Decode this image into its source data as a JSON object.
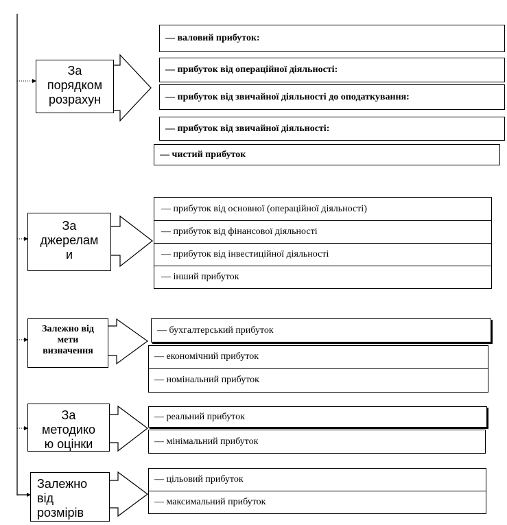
{
  "groups": [
    {
      "category": [
        "За",
        "порядком",
        "розрахун"
      ],
      "items": [
        "— валовий прибуток:",
        "— прибуток від операційної діяльності:",
        "— прибуток від звичайної діяльності до оподаткування:",
        "— прибуток від звичайної діяльності:",
        "— чистий прибуток"
      ]
    },
    {
      "category": [
        "За",
        "джерелам",
        "и",
        "."
      ],
      "items": [
        "— прибуток від основної (операційної діяльності)",
        "— прибуток від фінансової діяльності",
        "— прибуток від інвестиційної діяльності",
        "— інший прибуток"
      ]
    },
    {
      "category": [
        "Залежно від",
        "мети",
        "визначення"
      ],
      "items": [
        "— бухгалтерський прибуток",
        "— економічний прибуток",
        "— номінальний прибуток"
      ]
    },
    {
      "category": [
        "За",
        "методико",
        "ю оцінки"
      ],
      "items": [
        "— реальний прибуток",
        "— мінімальний прибуток"
      ]
    },
    {
      "category": [
        "Залежно",
        "від",
        "розмірів"
      ],
      "items": [
        "— цільовий прибуток",
        "— максимальний прибуток"
      ]
    }
  ]
}
